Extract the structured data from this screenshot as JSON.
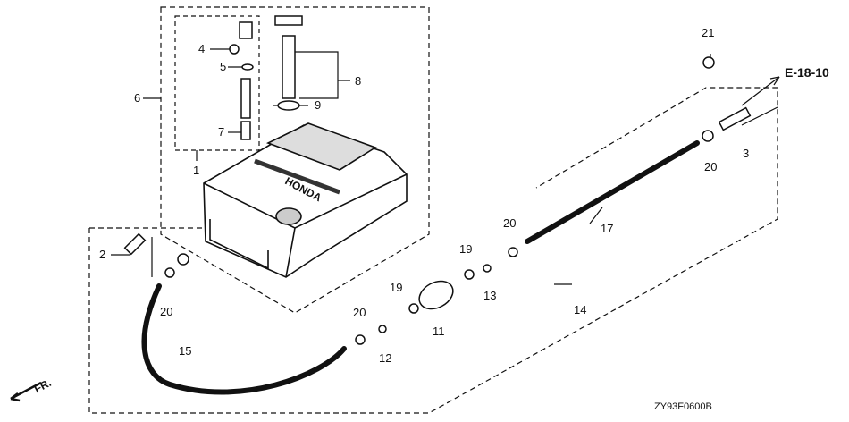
{
  "labels": {
    "p1": "1",
    "p2": "2",
    "p3": "3",
    "p4": "4",
    "p5": "5",
    "p6": "6",
    "p7": "7",
    "p8": "8",
    "p9": "9",
    "p11": "11",
    "p12": "12",
    "p13": "13",
    "p14": "14",
    "p15": "15",
    "p17": "17",
    "p19a": "19",
    "p19b": "19",
    "p20a": "20",
    "p20b": "20",
    "p20c": "20",
    "p20d": "20",
    "p21": "21"
  },
  "reference": "E-18-10",
  "tank_brand": "HONDA",
  "direction": "FR.",
  "diagram_code": "ZY93F0600B"
}
